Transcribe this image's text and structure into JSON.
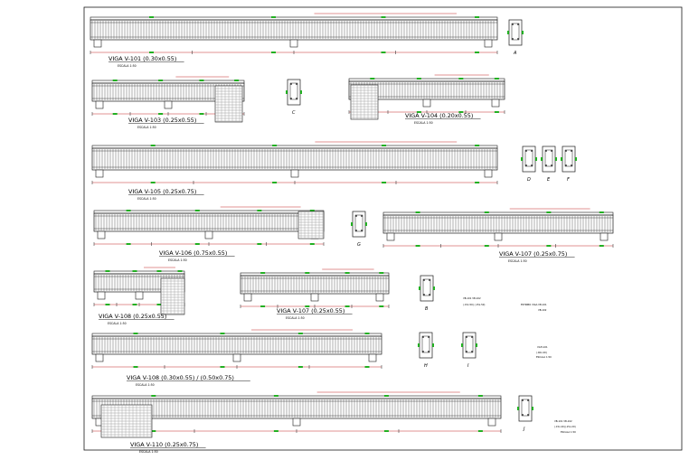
{
  "colors": {
    "line": "#1a1a1a",
    "dim": "#c62828",
    "mark": "#22b022",
    "masonry": "#9a9a9a",
    "background": "#ffffff"
  },
  "beams": [
    {
      "id": "v101",
      "title": "VIGA V-101 (0.30x0.55)",
      "scale": "ESCALA 1:50"
    },
    {
      "id": "v103",
      "title": "VIGA V-103 (0.25x0.55)",
      "scale": "ESCALA 1:50"
    },
    {
      "id": "v104",
      "title": "VIGA V-104 (0.20x0.55)",
      "scale": "ESCALA 1:50"
    },
    {
      "id": "v105",
      "title": "VIGA V-105 (0.25x0.75)",
      "scale": "ESCALA 1:50"
    },
    {
      "id": "v106",
      "title": "VIGA V-106 (0.75x0.55)",
      "scale": "ESCALA 1:50"
    },
    {
      "id": "v107",
      "title": "VIGA V-107 (0.25x0.75)",
      "scale": "ESCALA 1:50"
    },
    {
      "id": "v108a",
      "title": "VIGA V-108 (0.25x0.55)",
      "scale": "ESCALA 1:50"
    },
    {
      "id": "v107b",
      "title": "VIGA V-107 (0.25x0.55)",
      "scale": "ESCALA 1:50"
    },
    {
      "id": "v109",
      "title": "VIGA V-108 (0.30x0.55) / (0.50x0.75)",
      "scale": "ESCALA 1:50"
    },
    {
      "id": "v110",
      "title": "VIGA V-110 (0.25x0.75)",
      "scale": "ESCALA 1:50"
    }
  ],
  "sections": [
    "A",
    "B",
    "C",
    "D",
    "E",
    "F",
    "G",
    "H",
    "I",
    "J"
  ],
  "notes": {
    "note_a": "VB-101 VB-102",
    "note_a2": "(.15x.50) (.15x.50)",
    "note_b_title": "ESTRIBO VIGA VB-101",
    "note_b_sub": "VB-102",
    "note_c_title": "VGH-101",
    "note_c_sub": "(.40x.20)",
    "note_c_scale": "ESCALA 1:50",
    "note_d": "VB-101 VB-102",
    "note_d2": "(.15x.20)(.15x.20)",
    "note_d_scale": "ESCALA 1:50"
  }
}
